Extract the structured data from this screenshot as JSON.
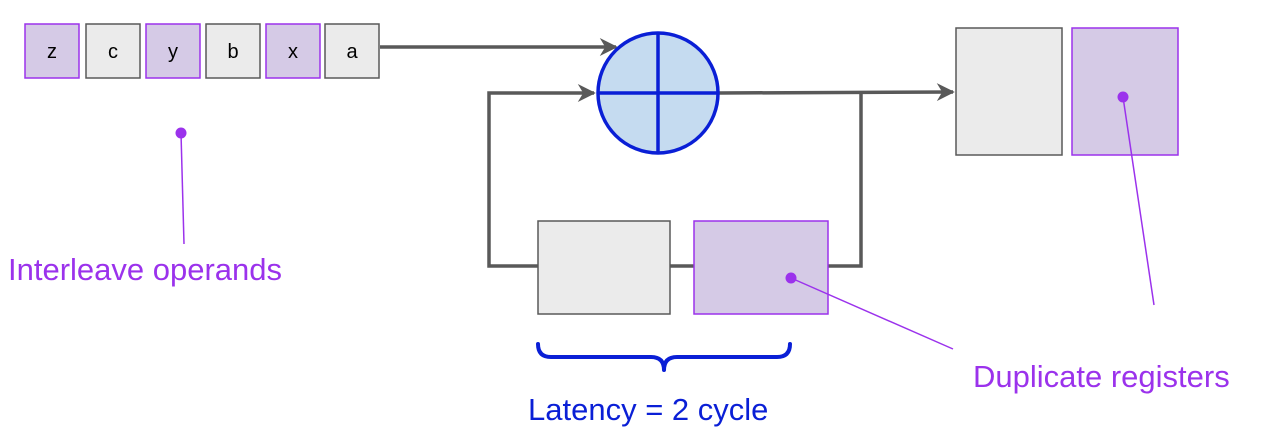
{
  "colors": {
    "gray_fill": "#ebebeb",
    "gray_stroke": "#595959",
    "purple_fill": "#d5cae6",
    "purple_stroke": "#9b32ec",
    "wire": "#595959",
    "adder_fill": "#c5dbf0",
    "adder_stroke": "#0a1fd6",
    "annotation_purple": "#9b32ec",
    "annotation_blue": "#0a1fd6"
  },
  "input_stream": {
    "cells": [
      {
        "label": "z",
        "style": "purple"
      },
      {
        "label": "c",
        "style": "gray"
      },
      {
        "label": "y",
        "style": "purple"
      },
      {
        "label": "b",
        "style": "gray"
      },
      {
        "label": "x",
        "style": "purple"
      },
      {
        "label": "a",
        "style": "gray"
      }
    ]
  },
  "adder": {
    "symbol": "plus-in-circle"
  },
  "annotations": {
    "interleave": "Interleave operands",
    "duplicate": "Duplicate registers",
    "latency": "Latency = 2 cycle"
  }
}
